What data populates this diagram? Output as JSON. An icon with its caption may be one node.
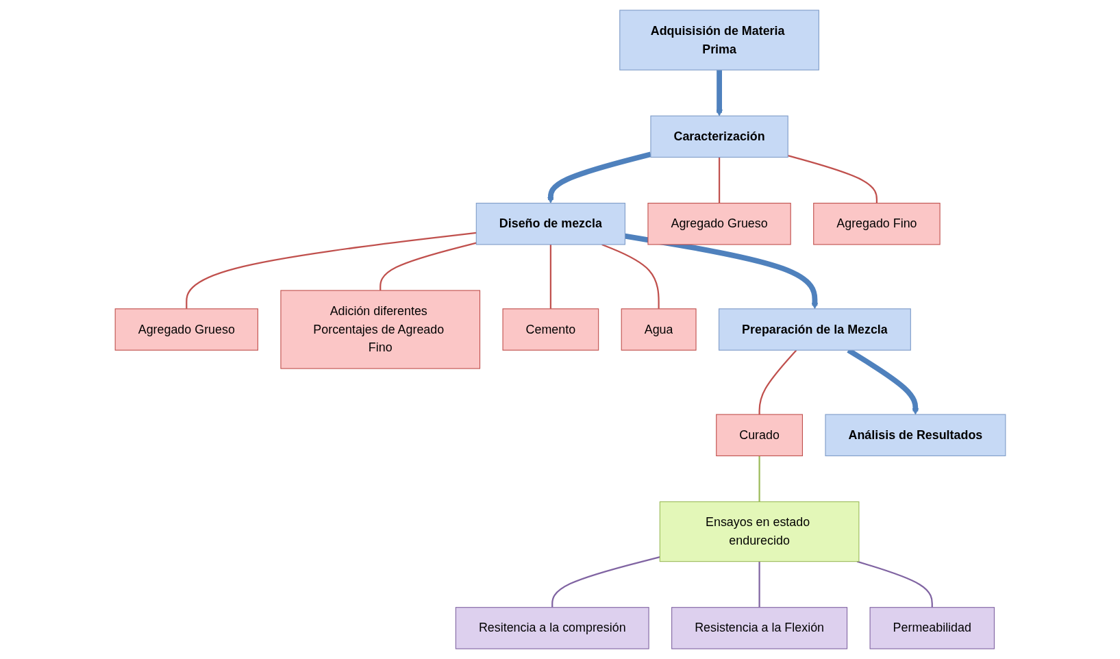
{
  "diagram": {
    "nodes": [
      {
        "text": [
          "Adquisisión de Materia Prima"
        ]
      },
      {
        "text": [
          "Caracterización"
        ]
      },
      {
        "text": [
          "Agregado Grueso"
        ]
      },
      {
        "text": [
          "Agregado Fino"
        ]
      },
      {
        "text": [
          "Diseño de mezcla"
        ]
      },
      {
        "text": [
          "Agregado Grueso"
        ]
      },
      {
        "text": [
          "Adición diferentes Porcentajes de Agreado Fino"
        ]
      },
      {
        "text": [
          "Cemento"
        ]
      },
      {
        "text": [
          "Agua"
        ]
      },
      {
        "text": [
          "Preparación de la Mezcla"
        ]
      },
      {
        "text": [
          "Curado"
        ]
      },
      {
        "text": [
          "Ensayos en estado endurecido"
        ]
      },
      {
        "text": [
          "Resitencia a la compresión"
        ]
      },
      {
        "text": [
          "Resistencia a la Flexión"
        ]
      },
      {
        "text": [
          "Permeabilidad"
        ]
      },
      {
        "text": [
          "Análisis de Resultados"
        ]
      }
    ],
    "edges": [
      {
        "from": 0,
        "to": 1,
        "arrow": "to",
        "style": "thick",
        "color": "#4f81bd"
      },
      {
        "from": 1,
        "to": 2,
        "arrow": "none"
      },
      {
        "from": 1,
        "to": 3,
        "arrow": "none"
      },
      {
        "from": 1,
        "to": 4,
        "arrow": "to",
        "style": "thick",
        "color": "#4f81bd"
      },
      {
        "from": 4,
        "to": 5,
        "arrow": "none"
      },
      {
        "from": 4,
        "to": 6,
        "arrow": "none"
      },
      {
        "from": 4,
        "to": 7,
        "arrow": "none"
      },
      {
        "from": 4,
        "to": 8,
        "arrow": "none"
      },
      {
        "from": 4,
        "to": 9,
        "arrow": "to",
        "style": "thick",
        "color": "#4f81bd"
      },
      {
        "from": 9,
        "to": 10,
        "arrow": "none"
      },
      {
        "from": 10,
        "to": 11,
        "arrow": "none",
        "color": "#9bbb59"
      },
      {
        "from": 11,
        "to": 12,
        "arrow": "none",
        "color": "#8064a2"
      },
      {
        "from": 11,
        "to": 13,
        "arrow": "none",
        "color": "#8064a2"
      },
      {
        "from": 11,
        "to": 14,
        "arrow": "none",
        "color": "#8064a2"
      },
      {
        "from": 9,
        "to": 15,
        "arrow": "to",
        "style": "thick",
        "color": "#4f81bd"
      }
    ]
  }
}
